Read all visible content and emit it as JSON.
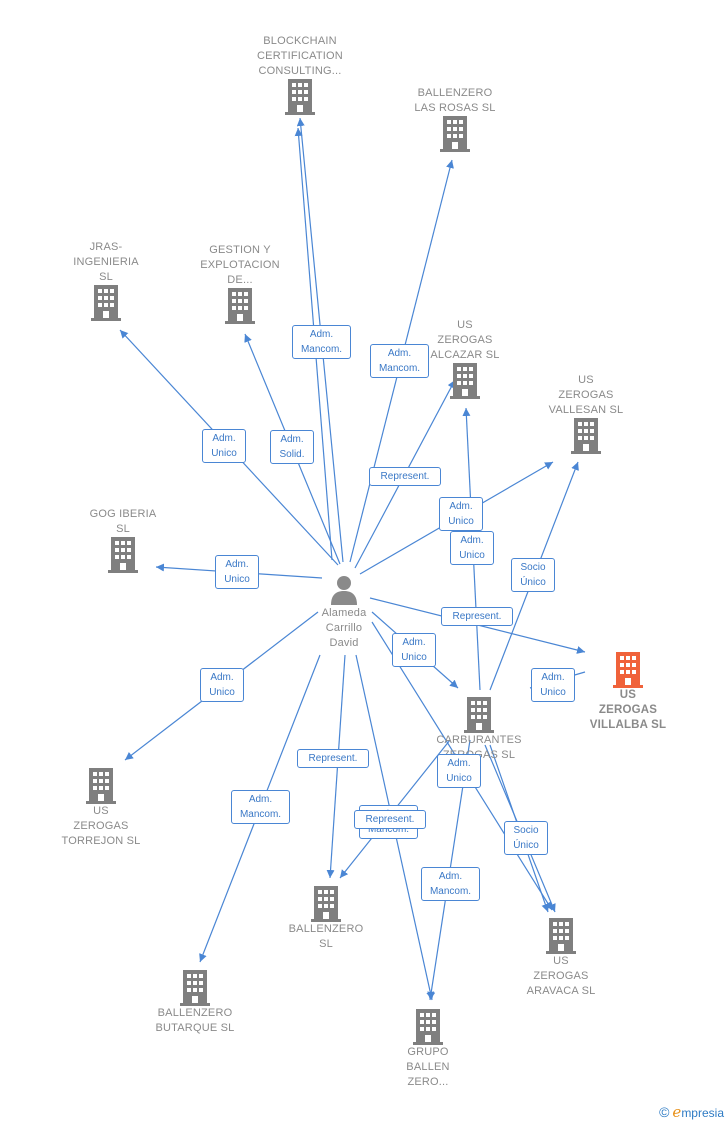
{
  "colors": {
    "edge": "#4a86d4",
    "node": "#7f7f7f",
    "highlight": "#f0623a",
    "person": "#8a8a8a"
  },
  "center": {
    "label": "Alameda\nCarrillo\nDavid"
  },
  "nodes": [
    {
      "id": "blockchain",
      "label": "BLOCKCHAIN\nCERTIFICATION\nCONSULTING..."
    },
    {
      "id": "lasrosas",
      "label": "BALLENZERO\nLAS ROSAS  SL"
    },
    {
      "id": "jras",
      "label": "JRAS-\nINGENIERIA\nSL"
    },
    {
      "id": "gestion",
      "label": "GESTION Y\nEXPLOTACION\nDE..."
    },
    {
      "id": "alcazar",
      "label": "US\nZEROGAS\nALCAZAR  SL"
    },
    {
      "id": "vallesan",
      "label": "US\nZEROGAS\nVALLESAN  SL"
    },
    {
      "id": "gog",
      "label": "GOG IBERIA\nSL"
    },
    {
      "id": "villalba",
      "label": "US\nZEROGAS\nVILLALBA  SL"
    },
    {
      "id": "carburantes",
      "label": "CARBURANTES\nZEROGAS  SL"
    },
    {
      "id": "torrejon",
      "label": "US\nZEROGAS\nTORREJON  SL"
    },
    {
      "id": "ballenzero",
      "label": "BALLENZERO\nSL"
    },
    {
      "id": "aravaca",
      "label": "US\nZEROGAS\nARAVACA  SL"
    },
    {
      "id": "butarque",
      "label": "BALLENZERO\nBUTARQUE  SL"
    },
    {
      "id": "grupo",
      "label": "GRUPO\nBALLEN\nZERO..."
    }
  ],
  "edges": [
    {
      "from": "center",
      "to": "blockchain",
      "label": "Adm.\nMancom."
    },
    {
      "from": "center",
      "to": "lasrosas",
      "label": "Adm.\nMancom."
    },
    {
      "from": "center",
      "to": "jras",
      "label": "Adm.\nUnico"
    },
    {
      "from": "center",
      "to": "gestion",
      "label": "Adm.\nSolid."
    },
    {
      "from": "center",
      "to": "alcazar",
      "label": "Represent."
    },
    {
      "from": "center",
      "to": "vallesan",
      "label": "Adm.\nUnico"
    },
    {
      "from": "center",
      "to": "gog",
      "label": "Adm.\nUnico"
    },
    {
      "from": "center",
      "to": "villalba",
      "label": "Represent."
    },
    {
      "from": "center",
      "to": "carburantes",
      "label": "Adm.\nUnico"
    },
    {
      "from": "center",
      "to": "torrejon",
      "label": "Adm.\nUnico"
    },
    {
      "from": "center",
      "to": "ballenzero",
      "label": "Represent."
    },
    {
      "from": "center",
      "to": "butarque",
      "label": "Adm.\nMancom."
    },
    {
      "from": "center",
      "to": "grupo",
      "label": ""
    },
    {
      "from": "center",
      "to": "aravaca",
      "label": ""
    },
    {
      "from": "carburantes",
      "to": "alcazar",
      "label": "Adm.\nUnico"
    },
    {
      "from": "carburantes",
      "to": "vallesan",
      "label": "Socio\nÚnico"
    },
    {
      "from": "carburantes",
      "to": "villalba",
      "label": "Adm.\nUnico"
    },
    {
      "from": "carburantes",
      "to": "ballenzero",
      "label": "Adm.\nMancom."
    },
    {
      "from": "carburantes",
      "to": "ballenzero",
      "label": "Represent."
    },
    {
      "from": "carburantes",
      "to": "grupo",
      "label": "Adm.\nMancom."
    },
    {
      "from": "carburantes",
      "to": "aravaca",
      "label": "Socio\nÚnico"
    },
    {
      "from": "carburantes",
      "to": "aravaca",
      "label": "Adm.\nUnico"
    }
  ],
  "footer": {
    "copyright": "©",
    "brand_e": "e",
    "brand_rest": "mpresia"
  }
}
